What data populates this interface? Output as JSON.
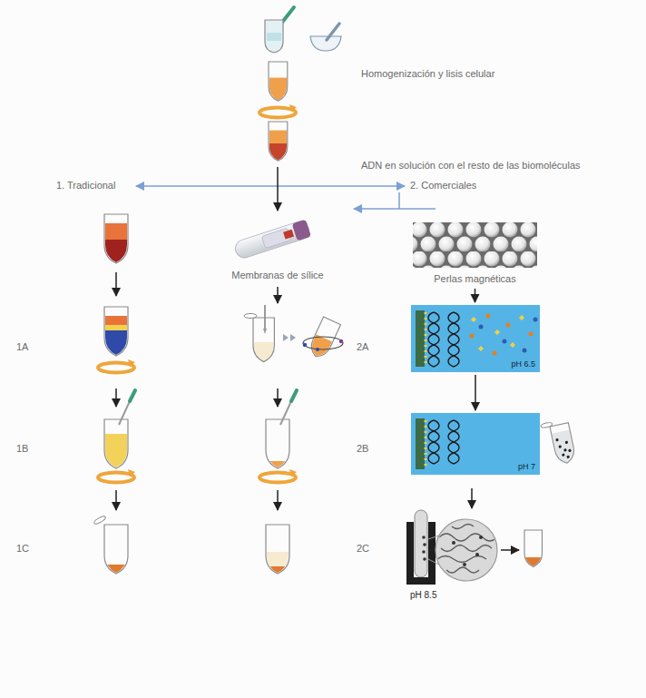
{
  "diagram": {
    "nodes": [
      {
        "text": [
          "Perlas magnéticas"
        ]
      },
      {
        "text": [
          "pH 6.5"
        ]
      },
      {
        "text": [
          "pH 7"
        ]
      }
    ],
    "edges": [
      {
        "from": 0,
        "to": 1,
        "arrow": "to"
      },
      {
        "from": 1,
        "to": 2,
        "arrow": "to"
      }
    ],
    "labels": [
      "Homogenización y lisis celular",
      "ADN en solución con el resto de las biomoléculas",
      "1. Tradicional",
      "2. Comerciales",
      "Membranas de sílice",
      "1A",
      "2A",
      "1B",
      "2B",
      "1C",
      "2C",
      "pH 8.5"
    ]
  }
}
